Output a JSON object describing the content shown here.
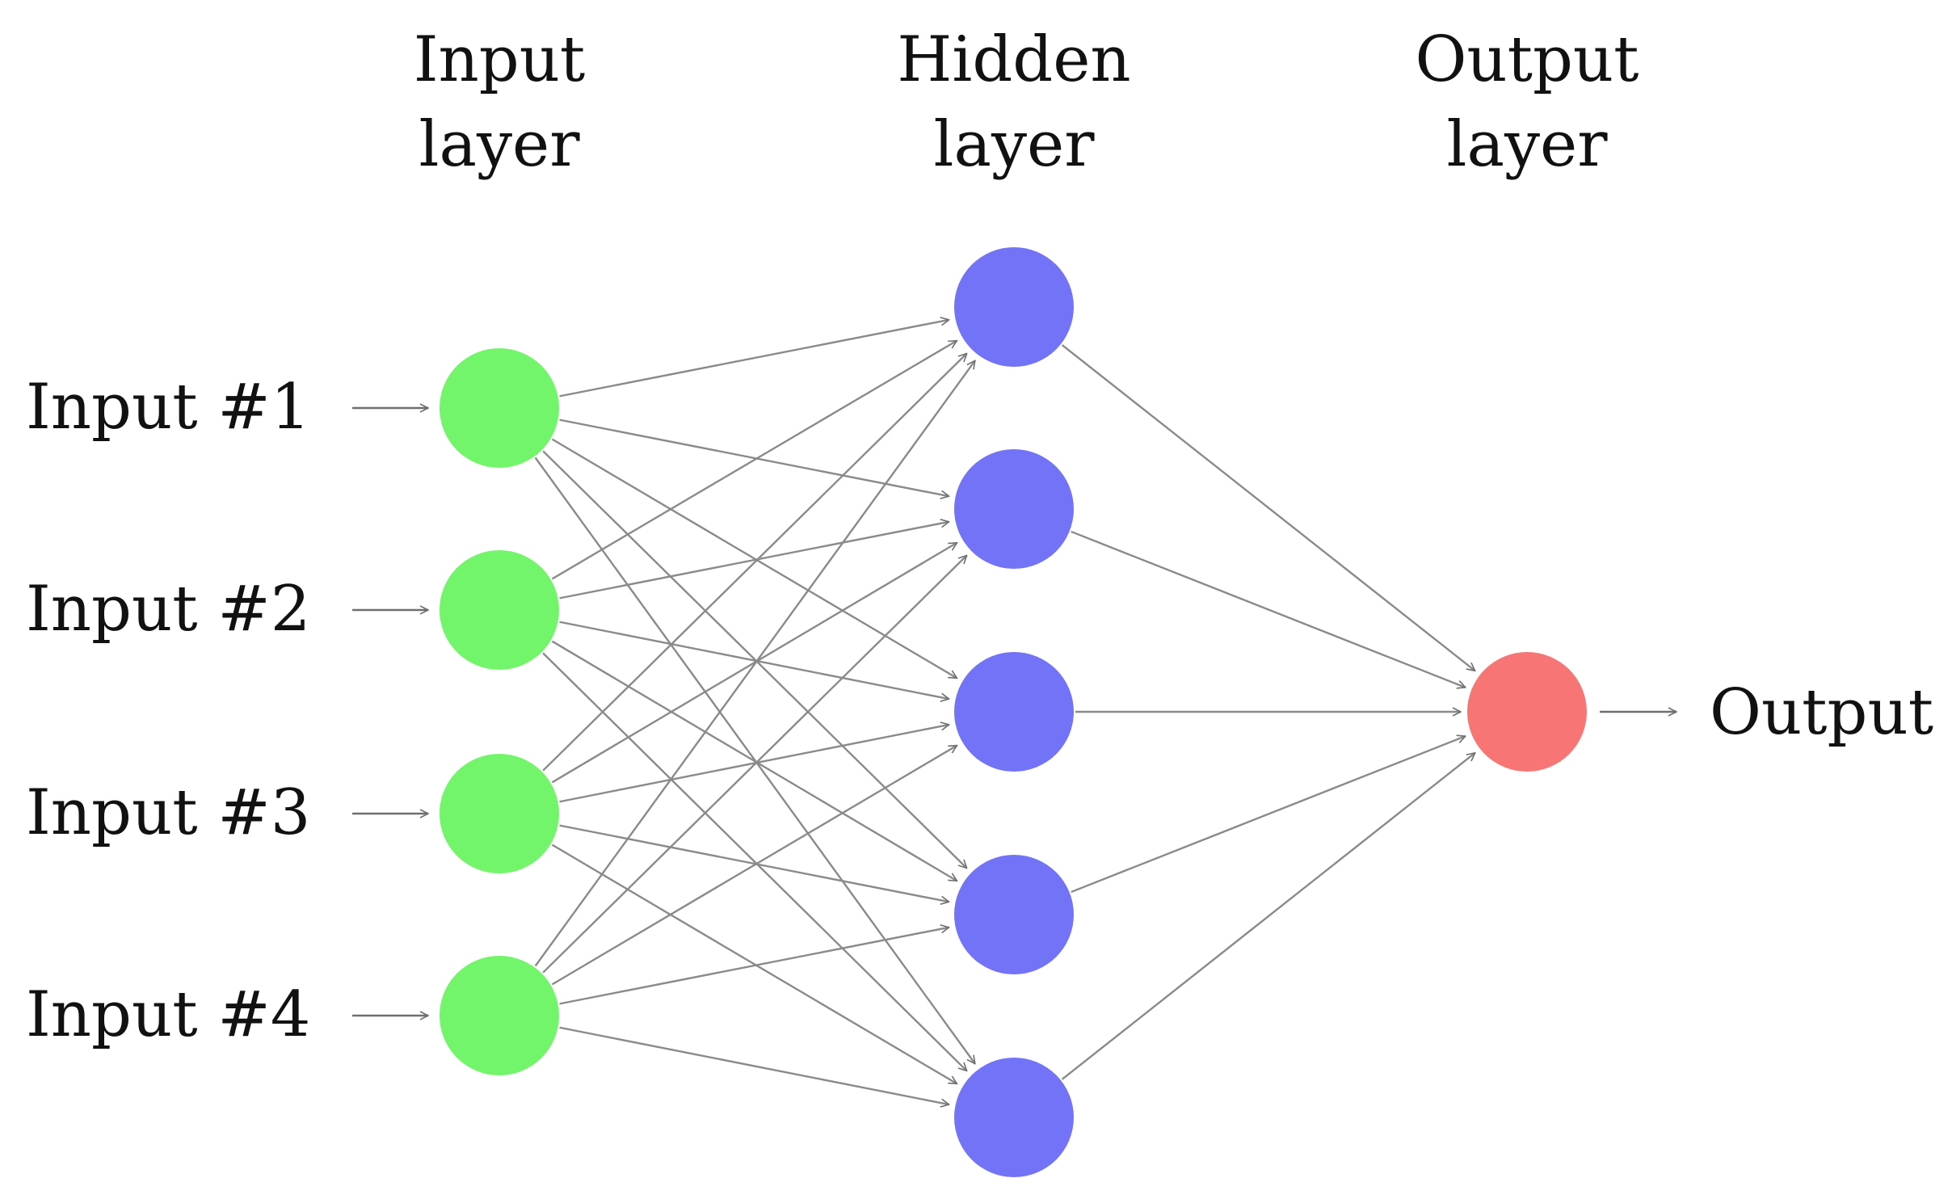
{
  "layers": {
    "input": {
      "title_line1": "Input",
      "title_line2": "layer"
    },
    "hidden": {
      "title_line1": "Hidden",
      "title_line2": "layer"
    },
    "output": {
      "title_line1": "Output",
      "title_line2": "layer"
    }
  },
  "inputs": [
    "Input #1",
    "Input #2",
    "Input #3",
    "Input #4"
  ],
  "output_label": "Output",
  "colors": {
    "input_node": "#72f56a",
    "hidden_node": "#7373f7",
    "output_node": "#f87575",
    "edge": "#8a8a8a",
    "text": "#111111"
  },
  "structure": {
    "input_nodes": 4,
    "hidden_nodes": 5,
    "output_nodes": 1,
    "connections": "fully-connected"
  }
}
